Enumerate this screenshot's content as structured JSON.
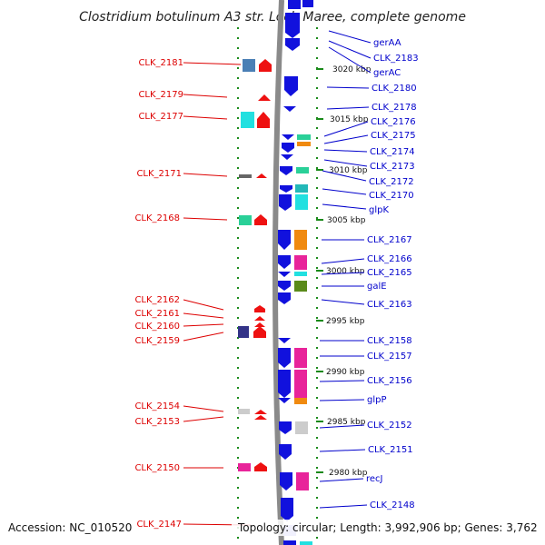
{
  "title": "Clostridium botulinum A3 str. Loch Maree, complete genome",
  "footer": {
    "accession": "Accession: NC_010520",
    "topology": "Topology: circular; Length: 3,992,906 bp; Genes: 3,762"
  },
  "colors": {
    "left_label": "#dd0000",
    "right_label": "#0000cc",
    "backbone": "#999999",
    "tick_green": "#1a8a1a",
    "reverse_gene": "#ee1111",
    "forward_gene": "#1111dd"
  },
  "ticks": [
    {
      "label": "3020 kbp"
    },
    {
      "label": "3015 kbp"
    },
    {
      "label": "3010 kbp"
    },
    {
      "label": "3005 kbp"
    },
    {
      "label": "3000 kbp"
    },
    {
      "label": "2995 kbp"
    },
    {
      "label": "2990 kbp"
    },
    {
      "label": "2985 kbp"
    },
    {
      "label": "2980 kbp"
    }
  ],
  "left_labels": [
    {
      "text": "CLK_2181"
    },
    {
      "text": "CLK_2179"
    },
    {
      "text": "CLK_2177"
    },
    {
      "text": "CLK_2171"
    },
    {
      "text": "CLK_2168"
    },
    {
      "text": "CLK_2162"
    },
    {
      "text": "CLK_2161"
    },
    {
      "text": "CLK_2160"
    },
    {
      "text": "CLK_2159"
    },
    {
      "text": "CLK_2154"
    },
    {
      "text": "CLK_2153"
    },
    {
      "text": "CLK_2150"
    },
    {
      "text": "CLK_2147"
    }
  ],
  "right_labels": [
    {
      "text": "gerAA"
    },
    {
      "text": "CLK_2183"
    },
    {
      "text": "gerAC"
    },
    {
      "text": "CLK_2180"
    },
    {
      "text": "CLK_2178"
    },
    {
      "text": "CLK_2176"
    },
    {
      "text": "CLK_2175"
    },
    {
      "text": "CLK_2174"
    },
    {
      "text": "CLK_2173"
    },
    {
      "text": "CLK_2172"
    },
    {
      "text": "CLK_2170"
    },
    {
      "text": "glpK"
    },
    {
      "text": "CLK_2167"
    },
    {
      "text": "CLK_2166"
    },
    {
      "text": "CLK_2165"
    },
    {
      "text": "galE"
    },
    {
      "text": "CLK_2163"
    },
    {
      "text": "CLK_2158"
    },
    {
      "text": "CLK_2157"
    },
    {
      "text": "CLK_2156"
    },
    {
      "text": "glpP"
    },
    {
      "text": "CLK_2152"
    },
    {
      "text": "CLK_2151"
    },
    {
      "text": "recJ"
    },
    {
      "text": "CLK_2148"
    }
  ]
}
